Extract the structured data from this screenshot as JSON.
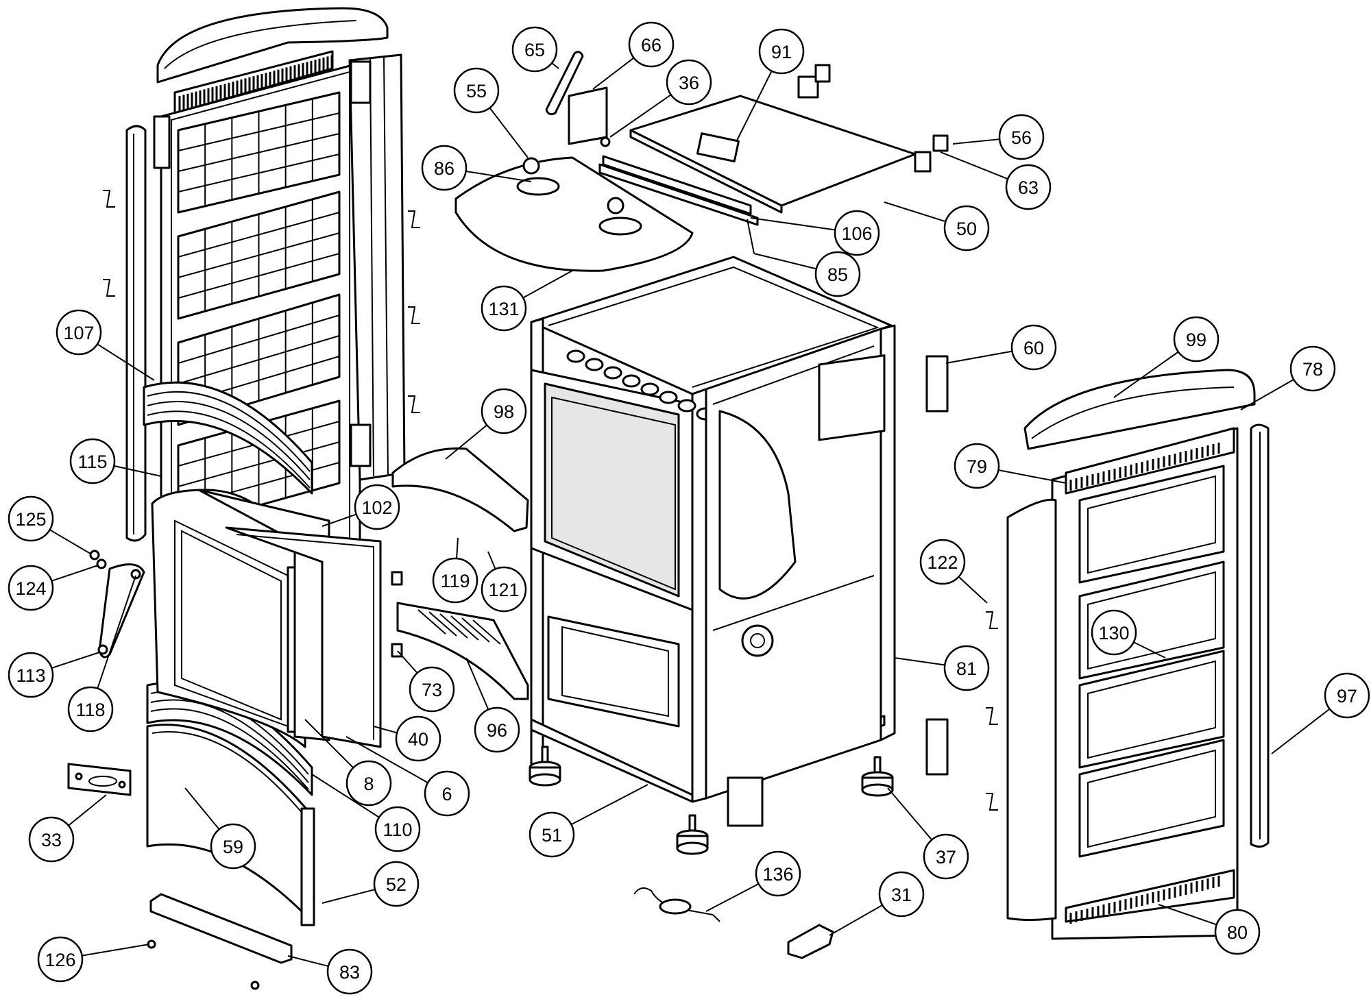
{
  "callouts": [
    {
      "label": "65"
    },
    {
      "label": "66"
    },
    {
      "label": "91"
    },
    {
      "label": "55"
    },
    {
      "label": "36"
    },
    {
      "label": "86"
    },
    {
      "label": "56"
    },
    {
      "label": "63"
    },
    {
      "label": "106"
    },
    {
      "label": "50"
    },
    {
      "label": "85"
    },
    {
      "label": "131"
    },
    {
      "label": "107"
    },
    {
      "label": "60"
    },
    {
      "label": "99"
    },
    {
      "label": "78"
    },
    {
      "label": "98"
    },
    {
      "label": "115"
    },
    {
      "label": "79"
    },
    {
      "label": "125"
    },
    {
      "label": "102"
    },
    {
      "label": "122"
    },
    {
      "label": "124"
    },
    {
      "label": "119"
    },
    {
      "label": "121"
    },
    {
      "label": "130"
    },
    {
      "label": "113"
    },
    {
      "label": "81"
    },
    {
      "label": "73"
    },
    {
      "label": "97"
    },
    {
      "label": "118"
    },
    {
      "label": "40"
    },
    {
      "label": "96"
    },
    {
      "label": "8"
    },
    {
      "label": "6"
    },
    {
      "label": "33"
    },
    {
      "label": "110"
    },
    {
      "label": "59"
    },
    {
      "label": "51"
    },
    {
      "label": "37"
    },
    {
      "label": "52"
    },
    {
      "label": "136"
    },
    {
      "label": "31"
    },
    {
      "label": "80"
    },
    {
      "label": "126"
    },
    {
      "label": "83"
    }
  ]
}
